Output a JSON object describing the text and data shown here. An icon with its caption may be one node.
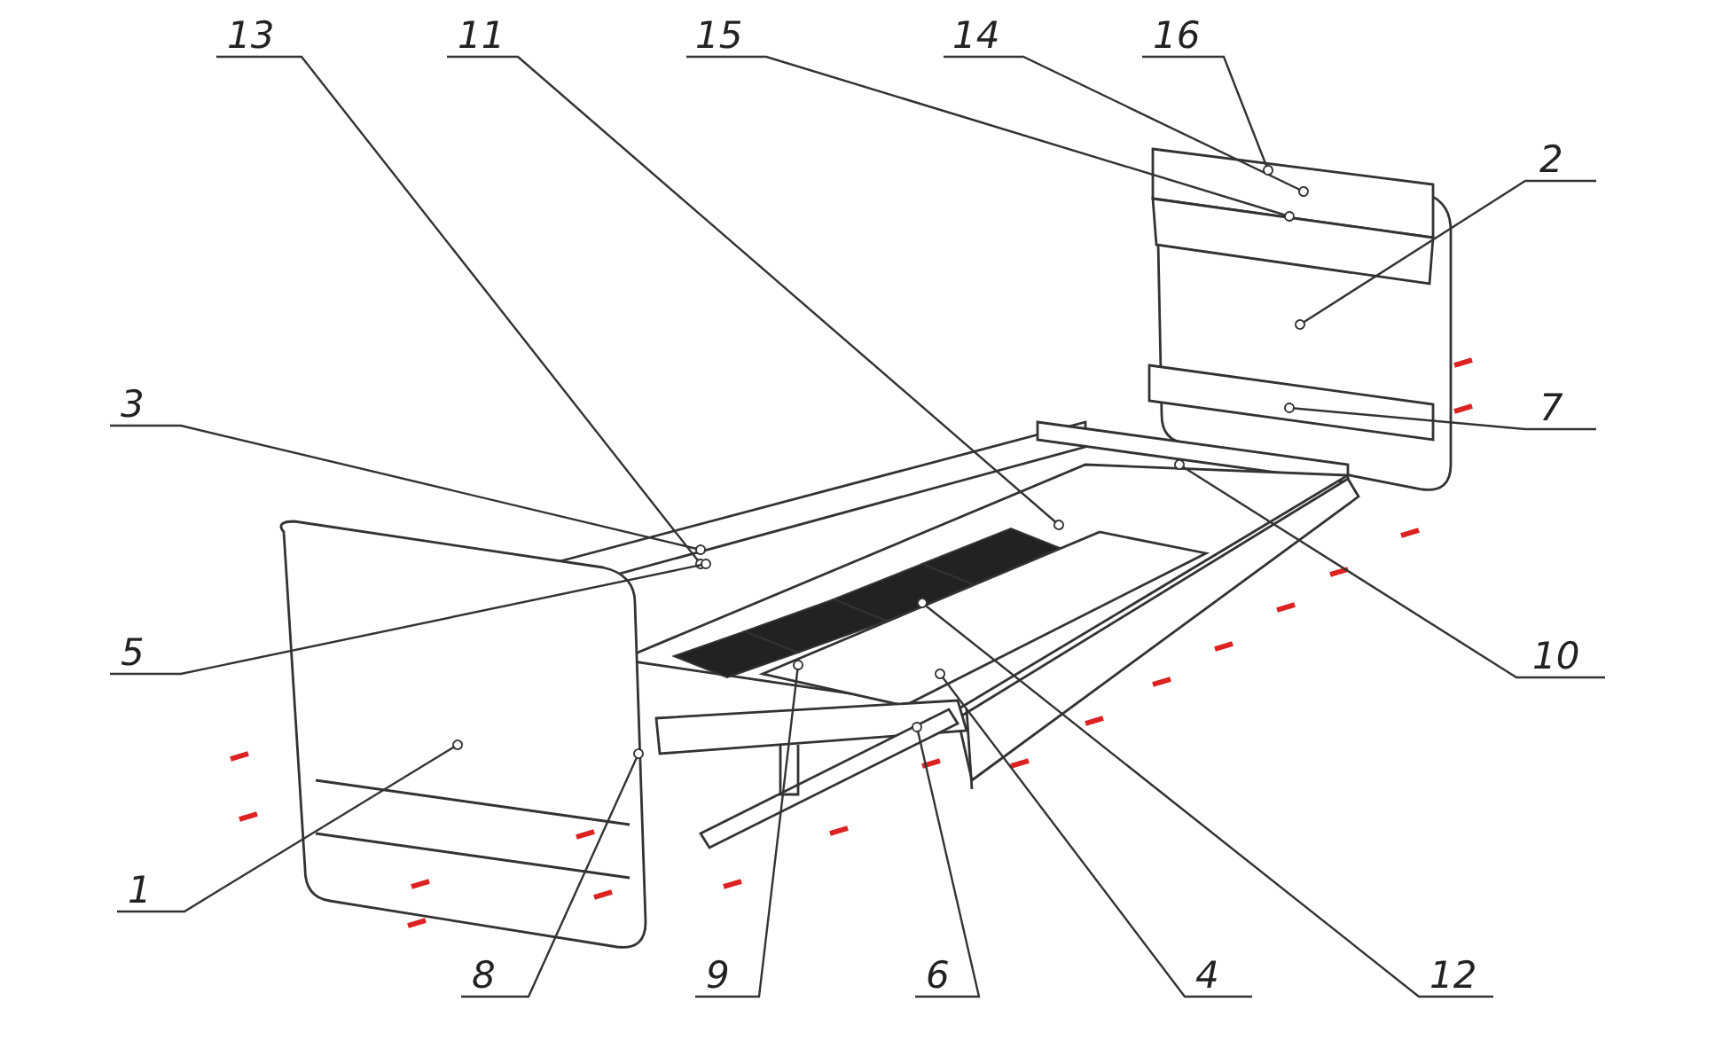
{
  "diagram": {
    "nodes": [
      {
        "text": [
          "13"
        ]
      },
      {
        "text": [
          "11"
        ]
      },
      {
        "text": [
          "15"
        ]
      },
      {
        "text": [
          "14"
        ]
      },
      {
        "text": [
          "16"
        ]
      },
      {
        "text": [
          "2"
        ]
      },
      {
        "text": [
          "3"
        ]
      },
      {
        "text": [
          "7"
        ]
      },
      {
        "text": [
          "5"
        ]
      },
      {
        "text": [
          "10"
        ]
      },
      {
        "text": [
          "1"
        ]
      },
      {
        "text": [
          "8"
        ]
      },
      {
        "text": [
          "9"
        ]
      },
      {
        "text": [
          "6"
        ]
      },
      {
        "text": [
          "4"
        ]
      },
      {
        "text": [
          "12"
        ]
      }
    ],
    "edges": [
      {
        "from": 0,
        "to": null,
        "arrow": "other"
      },
      {
        "from": 1,
        "to": null,
        "arrow": "other"
      },
      {
        "from": 2,
        "to": null,
        "arrow": "other"
      },
      {
        "from": 3,
        "to": null,
        "arrow": "other"
      },
      {
        "from": 4,
        "to": null,
        "arrow": "other"
      },
      {
        "from": 5,
        "to": null,
        "arrow": "other"
      },
      {
        "from": 6,
        "to": null,
        "arrow": "other"
      },
      {
        "from": 7,
        "to": null,
        "arrow": "other"
      },
      {
        "from": 8,
        "to": null,
        "arrow": "other"
      },
      {
        "from": 9,
        "to": null,
        "arrow": "other"
      },
      {
        "from": 10,
        "to": null,
        "arrow": "other"
      },
      {
        "from": 11,
        "to": null,
        "arrow": "other"
      },
      {
        "from": 12,
        "to": null,
        "arrow": "other"
      },
      {
        "from": 13,
        "to": null,
        "arrow": "other"
      },
      {
        "from": 14,
        "to": null,
        "arrow": "other"
      },
      {
        "from": 15,
        "to": null,
        "arrow": "other"
      }
    ]
  }
}
